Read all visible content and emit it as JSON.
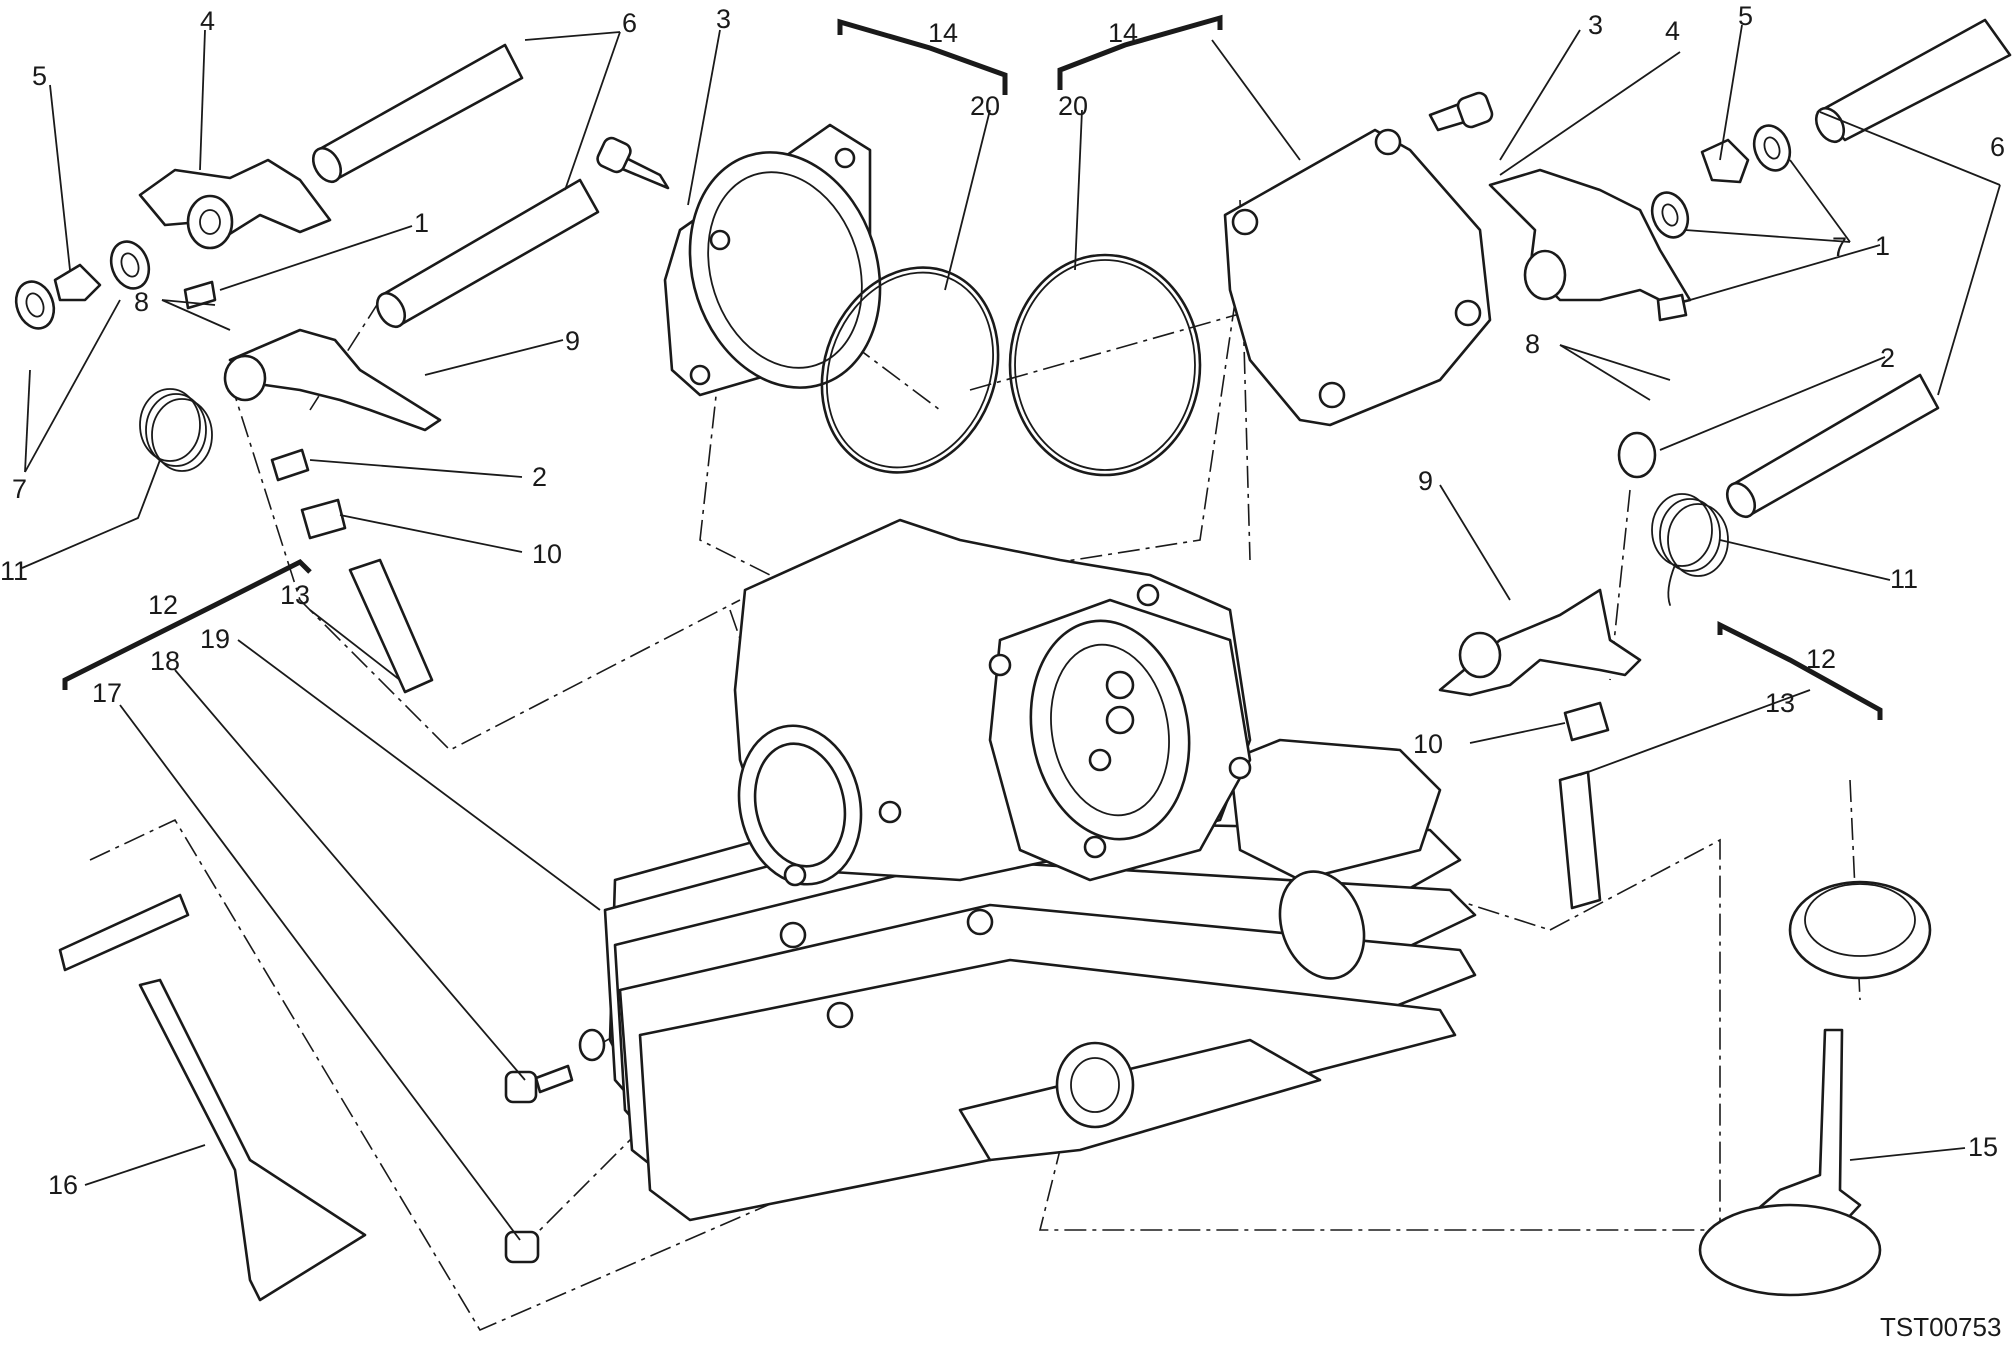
{
  "diagram": {
    "code": "TST00753",
    "callouts": [
      {
        "id": "l5a",
        "text": "5"
      },
      {
        "id": "l4a",
        "text": "4"
      },
      {
        "id": "l6a",
        "text": "6"
      },
      {
        "id": "l1a",
        "text": "1"
      },
      {
        "id": "l8a",
        "text": "8"
      },
      {
        "id": "l9a",
        "text": "9"
      },
      {
        "id": "l7a",
        "text": "7"
      },
      {
        "id": "l2a",
        "text": "2"
      },
      {
        "id": "l10a",
        "text": "10"
      },
      {
        "id": "l11a",
        "text": "11"
      },
      {
        "id": "l12a",
        "text": "12"
      },
      {
        "id": "l13a",
        "text": "13"
      },
      {
        "id": "l19",
        "text": "19"
      },
      {
        "id": "l18",
        "text": "18"
      },
      {
        "id": "l17",
        "text": "17"
      },
      {
        "id": "l16",
        "text": "16"
      },
      {
        "id": "l3a",
        "text": "3"
      },
      {
        "id": "l14a",
        "text": "14"
      },
      {
        "id": "l20a",
        "text": "20"
      },
      {
        "id": "l20b",
        "text": "20"
      },
      {
        "id": "l14b",
        "text": "14"
      },
      {
        "id": "l3b",
        "text": "3"
      },
      {
        "id": "l4b",
        "text": "4"
      },
      {
        "id": "l5b",
        "text": "5"
      },
      {
        "id": "l6b",
        "text": "6"
      },
      {
        "id": "l7b",
        "text": "7"
      },
      {
        "id": "l1b",
        "text": "1"
      },
      {
        "id": "l8b",
        "text": "8"
      },
      {
        "id": "l2b",
        "text": "2"
      },
      {
        "id": "l9b",
        "text": "9"
      },
      {
        "id": "l11b",
        "text": "11"
      },
      {
        "id": "l12b",
        "text": "12"
      },
      {
        "id": "l13b",
        "text": "13"
      },
      {
        "id": "l10b",
        "text": "10"
      },
      {
        "id": "l15",
        "text": "15"
      }
    ]
  }
}
